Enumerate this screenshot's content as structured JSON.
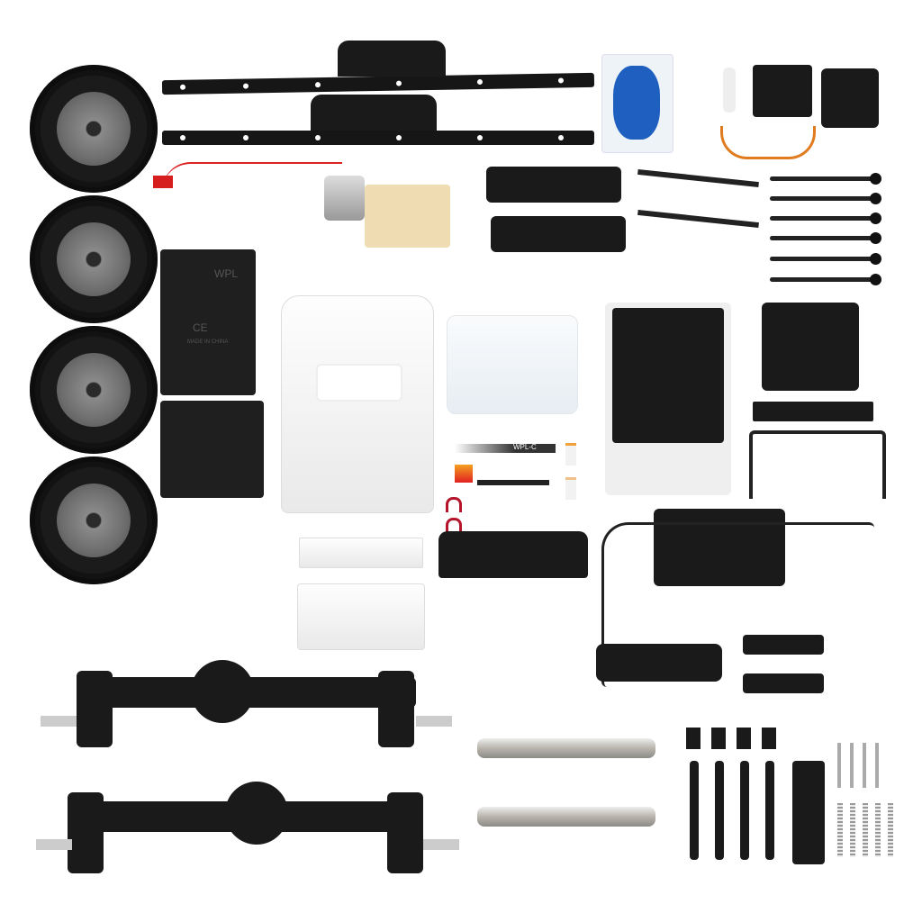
{
  "image": {
    "description": "Product photo of an RC crawler truck kit (WPL) laid out on white background",
    "background_color": "#ffffff"
  },
  "labels": {
    "battery_box_brand": "WPL",
    "battery_box_ce": "CE",
    "battery_box_origin": "MADE IN CHINA",
    "decal_text": "WPL-C"
  },
  "parts": [
    {
      "name": "tire",
      "count": 4
    },
    {
      "name": "chassis-frame-rail",
      "count": 2
    },
    {
      "name": "blue-grease-pack",
      "count": 1
    },
    {
      "name": "servo",
      "count": 1
    },
    {
      "name": "servo-mount",
      "count": 1
    },
    {
      "name": "motor-gearbox",
      "count": 1
    },
    {
      "name": "shock-mount",
      "count": 2
    },
    {
      "name": "steering-link",
      "count": 2
    },
    {
      "name": "suspension-link",
      "count": 6
    },
    {
      "name": "battery-box",
      "count": 1
    },
    {
      "name": "receiver-box",
      "count": 1
    },
    {
      "name": "cab-body",
      "count": 1
    },
    {
      "name": "windshield",
      "count": 1
    },
    {
      "name": "truck-bed",
      "count": 1
    },
    {
      "name": "bed-cover",
      "count": 1
    },
    {
      "name": "grille",
      "count": 1
    },
    {
      "name": "roll-bar",
      "count": 1
    },
    {
      "name": "decal-set",
      "count": 1
    },
    {
      "name": "light-buckets",
      "count": 2
    },
    {
      "name": "tow-hooks",
      "count": 2
    },
    {
      "name": "front-bumper",
      "count": 1
    },
    {
      "name": "rear-bumper",
      "count": 1
    },
    {
      "name": "interior-part-tree",
      "count": 1
    },
    {
      "name": "rear-axle",
      "count": 1
    },
    {
      "name": "front-axle",
      "count": 1
    },
    {
      "name": "drive-shaft",
      "count": 2
    },
    {
      "name": "body-mounts",
      "count": 12
    },
    {
      "name": "shock-absorber-pins",
      "count": 4
    },
    {
      "name": "springs",
      "count": 5
    }
  ]
}
